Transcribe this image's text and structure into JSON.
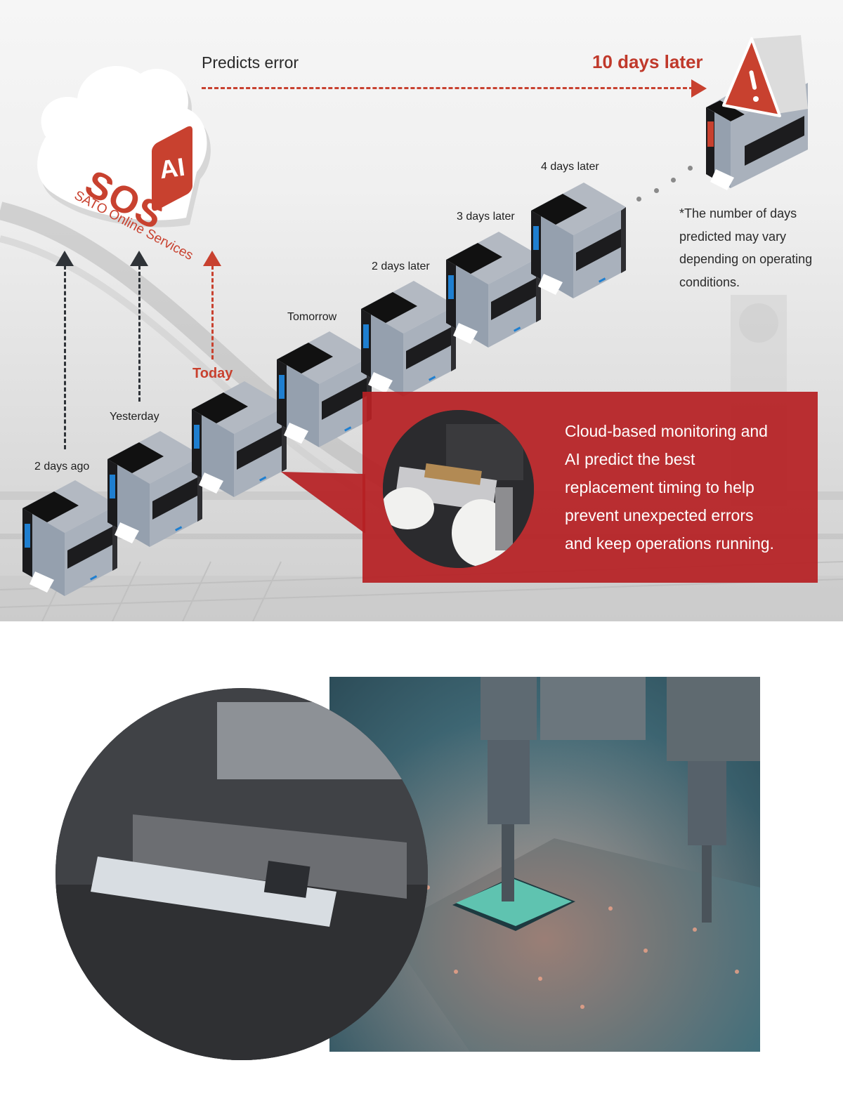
{
  "cloud": {
    "badge": "AI",
    "title": "SOS",
    "subtitle": "SATO Online Services"
  },
  "prediction": {
    "label": "Predicts error",
    "target_label": "10 days later"
  },
  "timeline": [
    {
      "label": "2 days ago",
      "highlight": false
    },
    {
      "label": "Yesterday",
      "highlight": false
    },
    {
      "label": "Today",
      "highlight": true
    },
    {
      "label": "Tomorrow",
      "highlight": false
    },
    {
      "label": "2 days later",
      "highlight": false
    },
    {
      "label": "3 days later",
      "highlight": false
    },
    {
      "label": "4 days later",
      "highlight": false
    }
  ],
  "footnote": "*The number of days predicted may vary depending on operating conditions.",
  "callout": {
    "text_lines": [
      "Cloud-based monitoring and",
      "AI predict the best",
      "replacement timing to help",
      "prevent unexpected errors",
      "and keep operations running."
    ]
  },
  "colors": {
    "accent_red": "#c8412f",
    "callout_red": "#b62023",
    "arrow_dark": "#2f3338",
    "printer_body": "#9ca3ae",
    "printer_screen": "#1f7fd0"
  }
}
